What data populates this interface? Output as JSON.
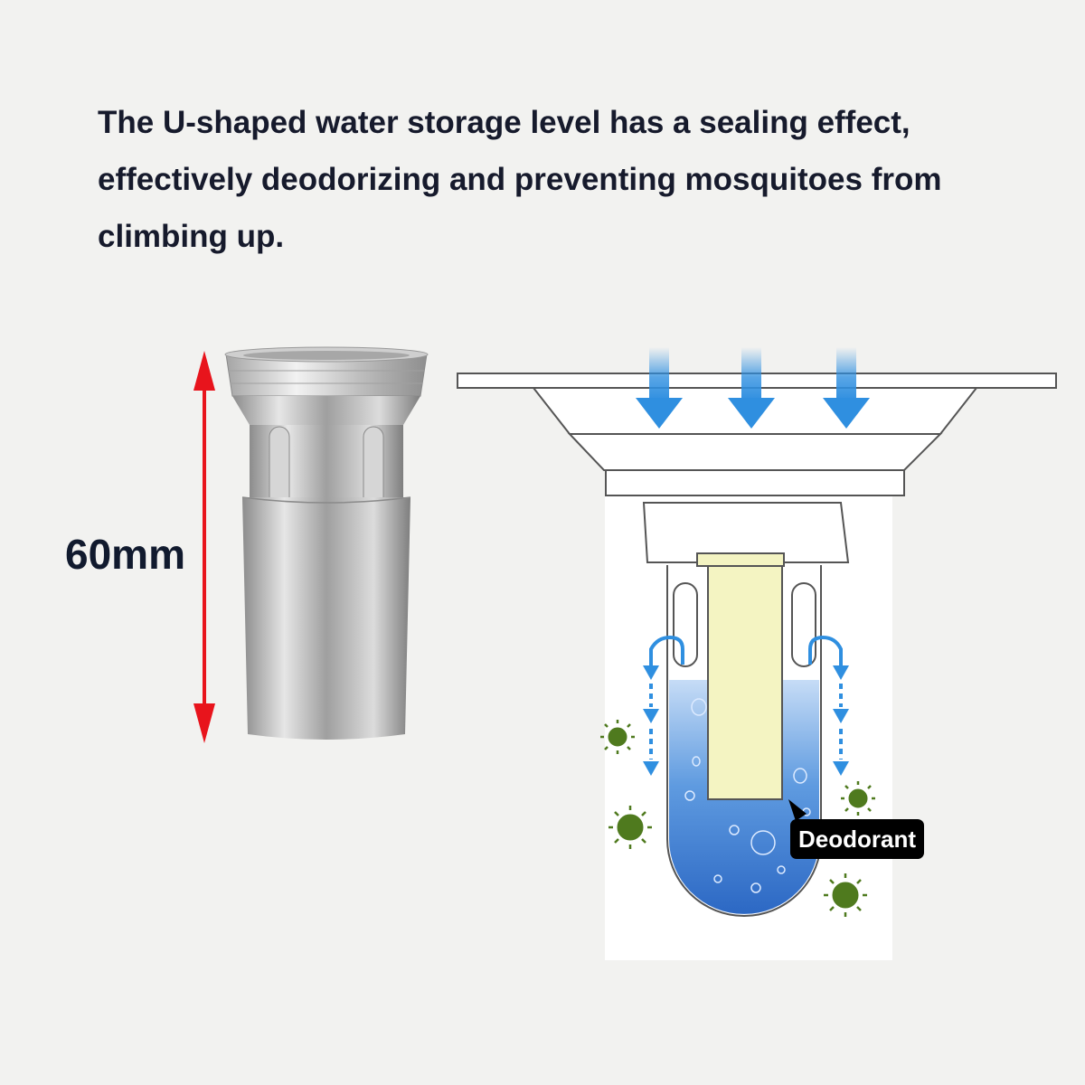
{
  "headline": "The U-shaped water storage level has a sealing effect, effectively deodorizing and preventing mosquitoes from climbing up.",
  "dimension": {
    "label": "60mm"
  },
  "diagram": {
    "callout": "Deodorant"
  },
  "colors": {
    "dimension_arrow": "#e8141c",
    "flow_arrow": "#2f8fe0",
    "water": "#3d7ad0",
    "deodorant_block": "#f4f4c2",
    "germ": "#4f7a1e",
    "text": "#161a2c"
  },
  "icons": [
    "double-headed-arrow-icon",
    "down-arrow-icon",
    "u-turn-arrow-icon",
    "germ-icon",
    "water-bubble-icon"
  ]
}
